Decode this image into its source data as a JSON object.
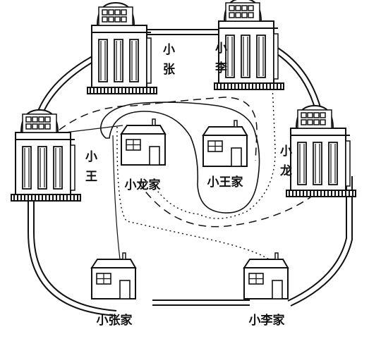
{
  "buildings": {
    "zhang": "小张",
    "li": "小李",
    "wang": "小王",
    "long": "小龙"
  },
  "homes": {
    "long_home": "小龙家",
    "wang_home": "小王家",
    "zhang_home": "小张家",
    "li_home": "小李家"
  },
  "colors": {
    "ink": "#111111",
    "paper": "#ffffff"
  }
}
